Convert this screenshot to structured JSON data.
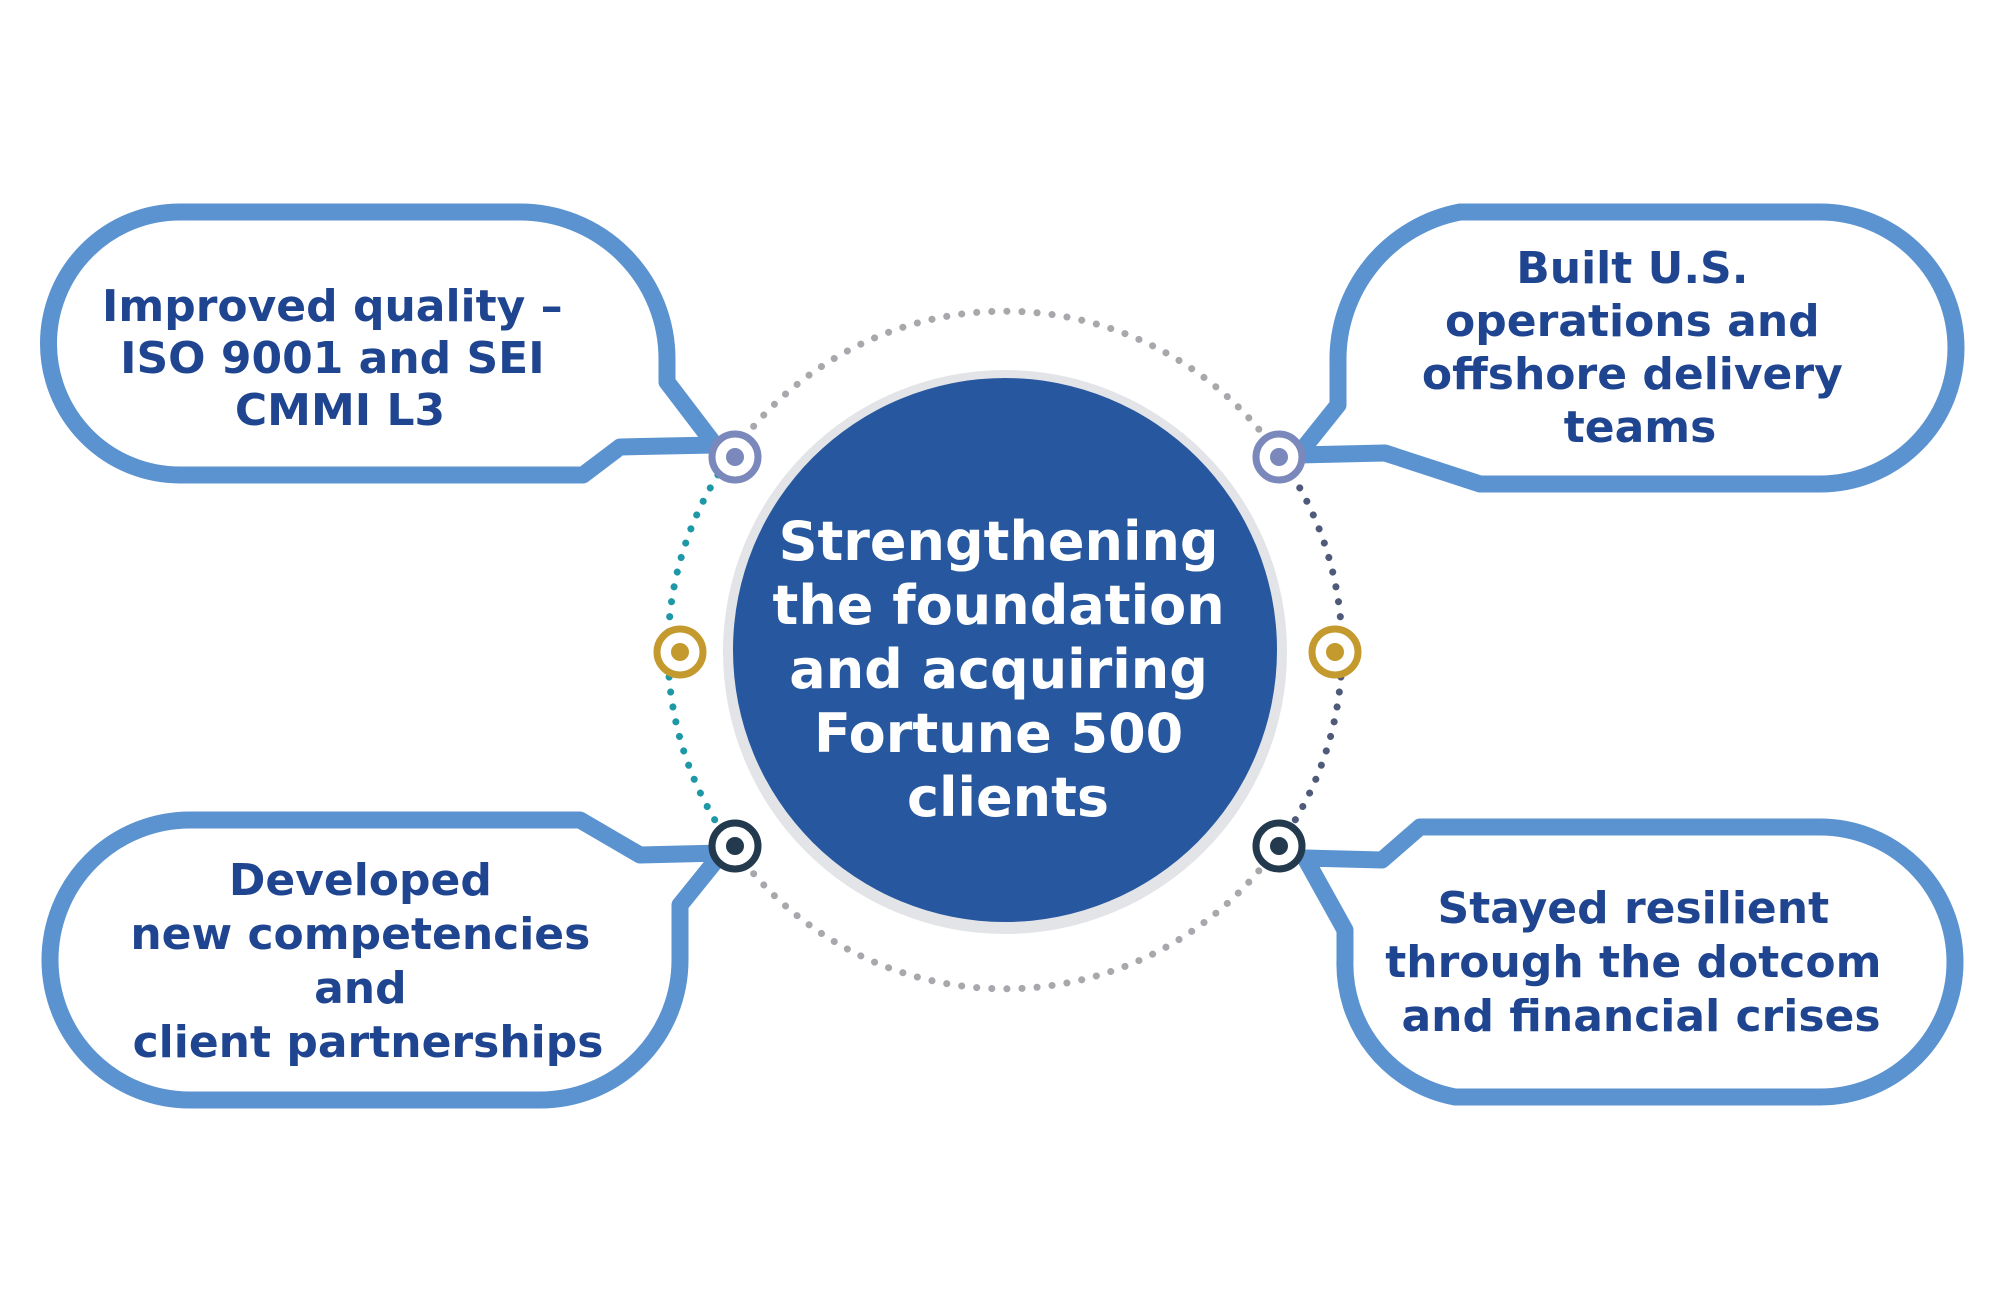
{
  "center": {
    "lines": [
      "Strengthening",
      "the foundation",
      "and acquiring",
      "Fortune 500",
      "clients"
    ]
  },
  "bubbles": {
    "top_left": {
      "lines": [
        "Improved quality –",
        "ISO 9001 and SEI",
        "CMMI L3"
      ]
    },
    "top_right": {
      "lines": [
        "Built U.S.",
        "operations and",
        "offshore delivery",
        "teams"
      ]
    },
    "bottom_left": {
      "lines": [
        "Developed",
        "new competencies",
        "and",
        "client partnerships"
      ]
    },
    "bottom_right": {
      "lines": [
        "Stayed resilient",
        "through the dotcom",
        "and financial crises"
      ]
    }
  },
  "colors": {
    "bubble_outline": "#5b93d0",
    "text_blue": "#1f4591",
    "center_fill": "#27579e",
    "center_ring": "#d9dadd",
    "node_top": "#7a88bb",
    "node_mid": "#c49a2e",
    "node_bottom": "#23394e",
    "dots_gray": "#a6a8ab",
    "dots_teal": "#1e98a6",
    "dots_slate": "#4f5a7a"
  }
}
